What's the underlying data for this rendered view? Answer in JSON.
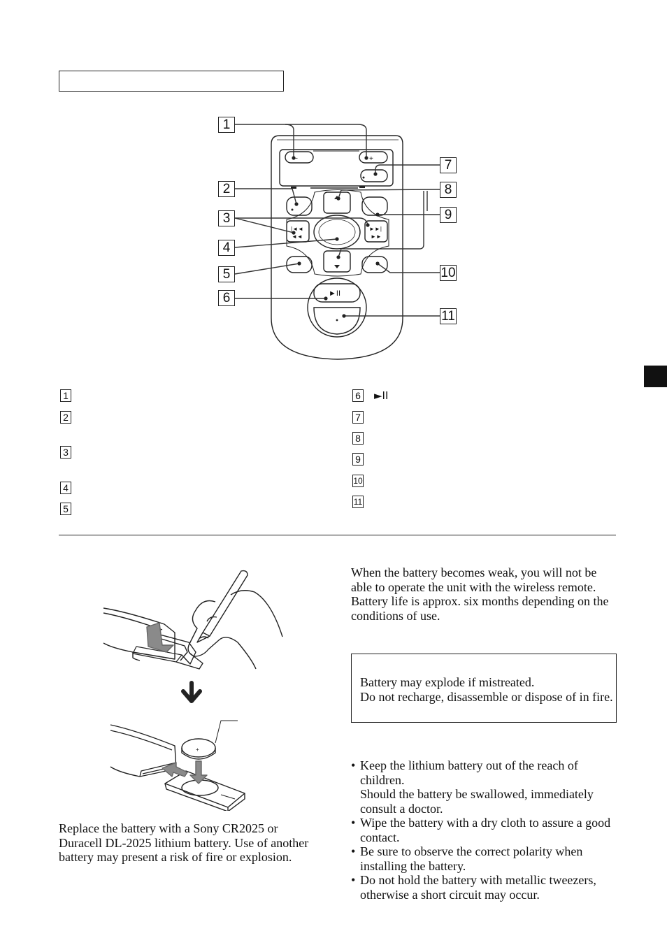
{
  "callouts_left": [
    "1",
    "2",
    "3",
    "4",
    "5",
    "6"
  ],
  "callouts_right": [
    "7",
    "8",
    "9",
    "10",
    "11"
  ],
  "remote": {
    "vol_minus": "–",
    "vol_plus": "+",
    "play_pause_glyph": "►II"
  },
  "legend_left": [
    {
      "num": "1"
    },
    {
      "num": "2"
    },
    {
      "num": "3"
    },
    {
      "num": "4"
    },
    {
      "num": "5"
    }
  ],
  "legend_right": [
    {
      "num": "6",
      "glyph": "►II"
    },
    {
      "num": "7"
    },
    {
      "num": "8"
    },
    {
      "num": "9"
    },
    {
      "num": "10"
    },
    {
      "num": "11"
    }
  ],
  "battery_weak_text": "When the battery becomes weak, you will not be able to operate the unit with the wireless remote.",
  "battery_life_text": "Battery life is approx. six months depending on the conditions of use.",
  "caution": {
    "line1": "Battery may explode if mistreated.",
    "line2": "Do not recharge, disassemble or dispose of in fire."
  },
  "notes": [
    {
      "text": "Keep the lithium battery out of the reach of children.",
      "sub": "Should the battery be swallowed, immediately consult a doctor."
    },
    {
      "text": "Wipe the battery with a dry cloth to assure a good contact."
    },
    {
      "text": "Be sure to observe the correct polarity when installing the battery."
    },
    {
      "text": "Do not hold the battery with metallic tweezers, otherwise a short circuit may occur."
    }
  ],
  "replace_text": "Replace the battery with a Sony CR2025 or Duracell DL-2025 lithium battery. Use of another battery may present a risk of fire or explosion."
}
